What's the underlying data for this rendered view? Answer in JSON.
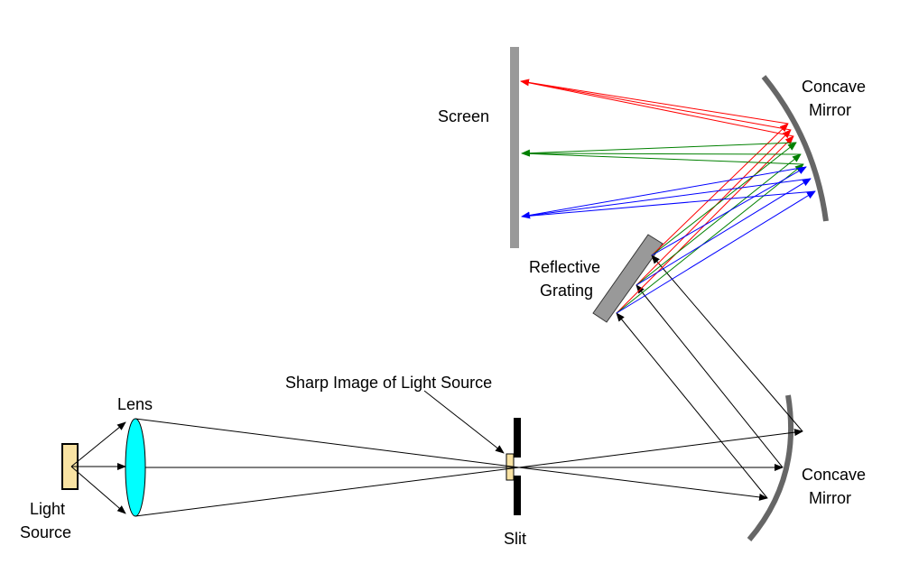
{
  "labels": {
    "light_source_line1": "Light",
    "light_source_line2": "Source",
    "lens": "Lens",
    "sharp_image": "Sharp Image of Light Source",
    "slit": "Slit",
    "lower_mirror_line1": "Concave",
    "lower_mirror_line2": "Mirror",
    "upper_mirror_line1": "Concave",
    "upper_mirror_line2": "Mirror",
    "grating_line1": "Reflective",
    "grating_line2": "Grating",
    "screen": "Screen"
  },
  "colors": {
    "light_source": "#f9e3a3",
    "lens": "#00ffff",
    "mirror": "#666666",
    "grating": "#999999",
    "screen": "#999999",
    "red": "#ff0000",
    "green": "#008000",
    "blue": "#0000ff"
  }
}
